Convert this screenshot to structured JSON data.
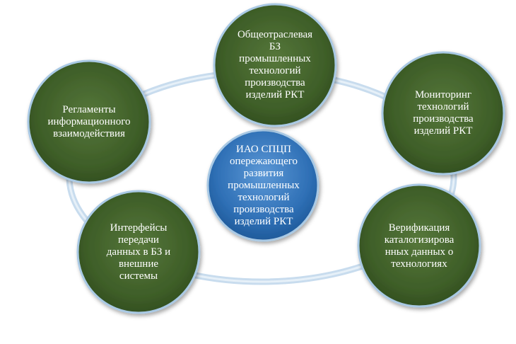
{
  "center": {
    "label": "ИАО   СПЦП\nопережающего\nразвития\nпромышленных\nтехнологий\nпроизводства\nизделий РКТ"
  },
  "nodes": [
    {
      "id": "top",
      "label": "Общеотраслевая\nБЗ\nпромышленных\nтехнологий\nпроизводства\nизделий РКТ"
    },
    {
      "id": "right",
      "label": "Мониторинг\nтехнологий\nпроизводства\nизделий РКТ"
    },
    {
      "id": "bottom-right",
      "label": "Верификация\nкаталогизирова\nнных данных  о\nтехнологиях"
    },
    {
      "id": "bottom-left",
      "label": "Интерфейсы\nпередачи\nданных в БЗ  и\nвнешние\nсистемы"
    },
    {
      "id": "left",
      "label": "Регламенты\nинформационного\nвзаимодействия"
    }
  ],
  "colors": {
    "node_fill": "#3f5f2a",
    "node_fill_light": "#5c7f3e",
    "node_border": "#a9c9e4",
    "center_fill": "#2e6fb5",
    "center_fill_light": "#5f9ad6",
    "ring": "#c8dcee"
  }
}
